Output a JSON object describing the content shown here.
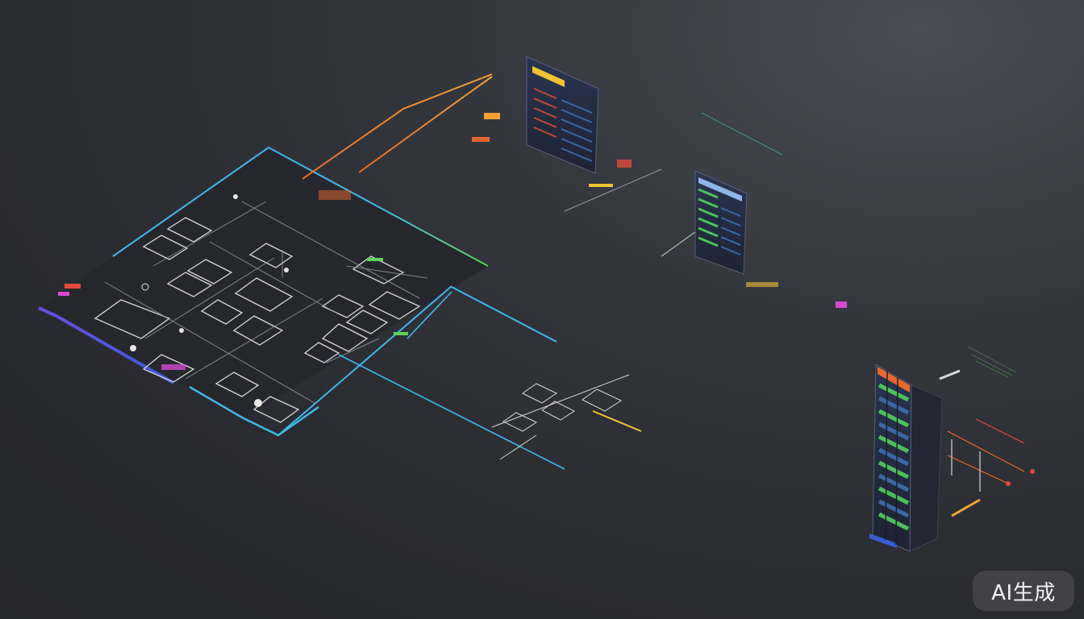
{
  "watermark": {
    "text": "AI生成"
  },
  "colors": {
    "background": "#2c2d33",
    "panel_outline_cyan": "#3fb7e6",
    "panel_outline_green": "#5fd35a",
    "panel_outline_purple": "#6b4de0",
    "accent_orange": "#e8692c",
    "accent_yellow": "#f2c233",
    "accent_green": "#4fd25c",
    "accent_magenta": "#d54bd0",
    "accent_red": "#e24a3a",
    "data_blue": "#3e6fb0",
    "line_white": "#d8d8d8"
  },
  "icons": [
    "isometric-flowchart-board",
    "data-card-tower",
    "connector-line",
    "node-marker"
  ]
}
